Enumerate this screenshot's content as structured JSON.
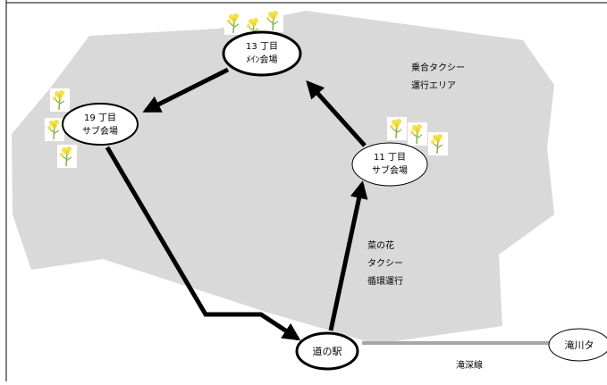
{
  "nodes": {
    "chome13": {
      "line1": "13 丁目",
      "line2": "ﾒｲﾝ会場"
    },
    "chome19": {
      "line1": "19 丁目",
      "line2": "サブ会場"
    },
    "chome11": {
      "line1": "11 丁目",
      "line2": "サブ会場"
    },
    "michinoeki": {
      "label": "道の駅"
    },
    "takikawa": {
      "label": "滝川タ"
    }
  },
  "labels": {
    "taxi_area_1": "乗合タクシー",
    "taxi_area_2": "運行エリア",
    "circuit_1": "菜の花",
    "circuit_2": "タクシー",
    "circuit_3": "循環運行",
    "line_name": "滝深線"
  },
  "colors": {
    "area_fill": "#d9d9d9",
    "route": "#000000",
    "rail": "#a6a6a6",
    "flower_yellow": "#f2e24a",
    "flower_green": "#8ab04a"
  }
}
